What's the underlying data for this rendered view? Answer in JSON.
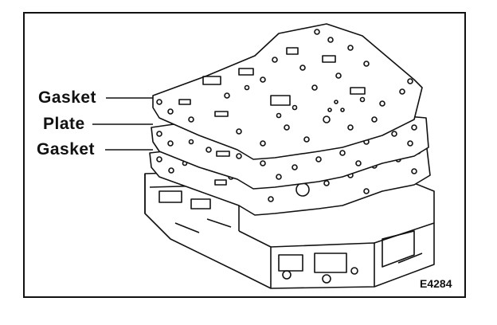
{
  "labels": {
    "top_gasket": "Gasket",
    "plate": "Plate",
    "bottom_gasket": "Gasket"
  },
  "figure_code": "E4284",
  "colors": {
    "ink": "#111111",
    "paper": "#ffffff"
  }
}
